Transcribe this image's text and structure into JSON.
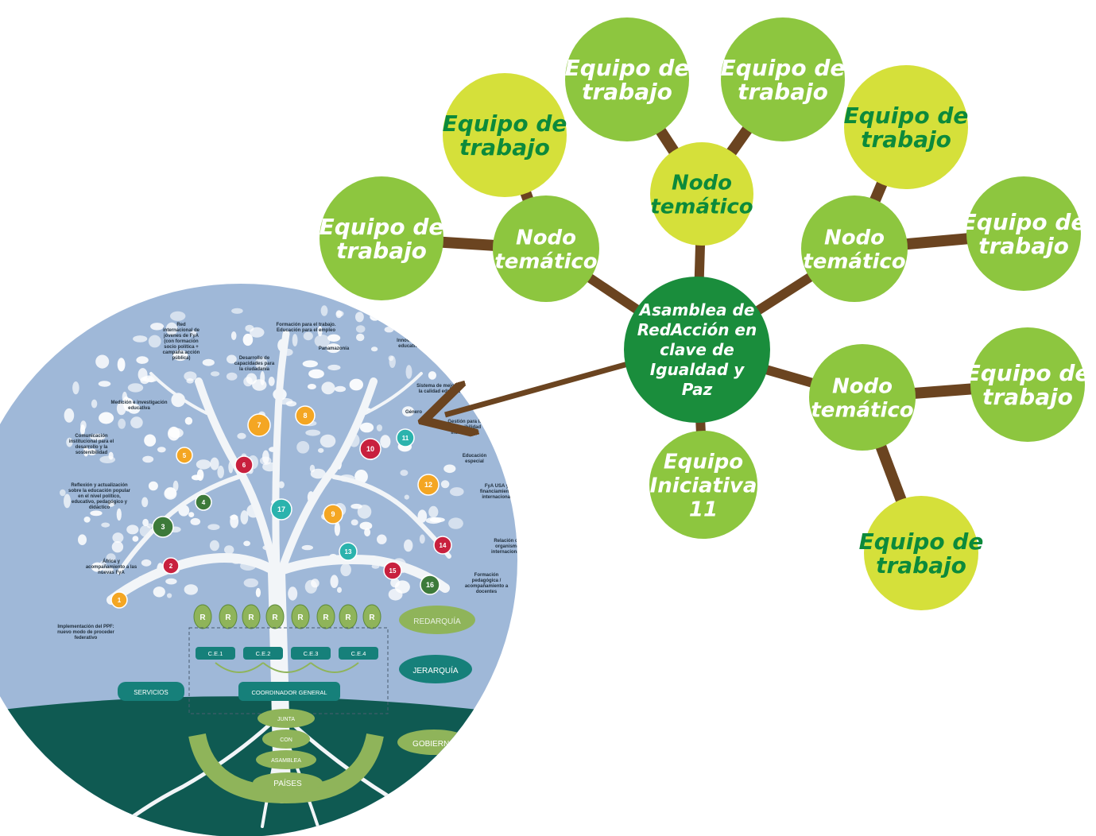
{
  "colors": {
    "background": "#ffffff",
    "connector": "#6b4420",
    "node_green": "#8dc63f",
    "node_lime": "#d5e03a",
    "center_fill": "#1a8d3c",
    "team_text_dark": "#0c8a3b",
    "node_text_white": "#ffffff",
    "tree_sky": "#9fb8d8",
    "tree_ground": "#0f5a52",
    "tree_trunk": "#f2f5f8",
    "badge_red": "#c8203e",
    "badge_orange": "#f4a623",
    "badge_teal": "#2bb3ad",
    "badge_dkgreen": "#3d7a3a",
    "box_teal": "#16807a",
    "label_green": "#8fb45a"
  },
  "center": {
    "lines": [
      "Asamblea de",
      "RedAcción en",
      "clave de",
      "Igualdad y",
      "Paz"
    ]
  },
  "nodos": [
    {
      "id": "nodo-1",
      "lines": [
        "Nodo",
        "temático"
      ],
      "style": "green"
    },
    {
      "id": "nodo-2",
      "lines": [
        "Nodo",
        "temático"
      ],
      "style": "lime"
    },
    {
      "id": "nodo-3",
      "lines": [
        "Nodo",
        "temático"
      ],
      "style": "green"
    },
    {
      "id": "nodo-4",
      "lines": [
        "Nodo",
        "temático"
      ],
      "style": "green"
    }
  ],
  "equipos": [
    {
      "id": "equipo-1",
      "lines": [
        "Equipo de",
        "trabajo"
      ],
      "style": "green"
    },
    {
      "id": "equipo-2",
      "lines": [
        "Equipo de",
        "trabajo"
      ],
      "style": "lime"
    },
    {
      "id": "equipo-3",
      "lines": [
        "Equipo de",
        "trabajo"
      ],
      "style": "green"
    },
    {
      "id": "equipo-4",
      "lines": [
        "Equipo de",
        "trabajo"
      ],
      "style": "green"
    },
    {
      "id": "equipo-5",
      "lines": [
        "Equipo de",
        "trabajo"
      ],
      "style": "lime"
    },
    {
      "id": "equipo-6",
      "lines": [
        "Equipo de",
        "trabajo"
      ],
      "style": "green"
    },
    {
      "id": "equipo-7",
      "lines": [
        "Equipo de",
        "trabajo"
      ],
      "style": "green"
    },
    {
      "id": "equipo-8",
      "lines": [
        "Equipo de",
        "trabajo"
      ],
      "style": "lime"
    }
  ],
  "iniciativa": {
    "lines": [
      "Equipo",
      "Iniciativa",
      "11"
    ]
  },
  "tree": {
    "annotations": [
      "Red internacional de jóvenes de FyA (con formación socio política + campaña acción pública)",
      "Formación para el trabajo. Educación para el empleo",
      "Desarrollo de capacidades para la ciudadanía",
      "Panamazonía",
      "Innovación educativa",
      "Medición e investigación educativa",
      "Sistema de mejora de la calidad educativa",
      "Género",
      "Gestión para la sostenibilidad institucional",
      "Comunicación institucional para el desarrollo y la sostenibilidad",
      "Educación especial",
      "Reflexión y actualización sobre la educación popular en el nivel político, educativo, pedagógico y didáctico",
      "FyA USA y financiamiento internacional",
      "Relación con organismos internacionales",
      "África y acompañamiento a las nuevas FyA",
      "Formación pedagógica / acompañamiento a docentes",
      "Implementación del PPF: nuevo modo de proceder federativo"
    ],
    "badges": [
      "1",
      "2",
      "3",
      "4",
      "5",
      "6",
      "7",
      "8",
      "9",
      "10",
      "11",
      "12",
      "13",
      "14",
      "15",
      "16",
      "17"
    ],
    "leaf_label": "R",
    "ce_boxes": [
      "C.E.1",
      "C.E.2",
      "C.E.3",
      "C.E.4"
    ],
    "servicios": "SERVICIOS",
    "coordinador": "COORDINADOR GENERAL",
    "redarquia": "REDARQUÍA",
    "jerarquia": "JERARQUÍA",
    "gobierno": "GOBIERNO",
    "junta": "JUNTA",
    "con": "CON",
    "asamblea": "ASAMBLEA",
    "paises": "PAÍSES"
  }
}
